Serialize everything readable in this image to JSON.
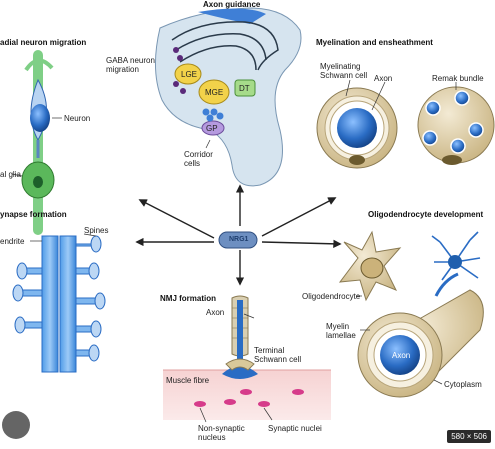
{
  "center": {
    "label": "NRG1"
  },
  "panels": {
    "radial": {
      "title": "adial neuron migration",
      "labels": {
        "neuron": "Neuron",
        "glia": "al glia"
      }
    },
    "axon_guidance": {
      "title": "Axon guidance",
      "labels": {
        "gaba": "GABA neuron\nmigration",
        "lge": "LGE",
        "mge": "MGE",
        "dt": "DT",
        "gp": "GP",
        "corridor": "Corridor\ncells"
      }
    },
    "myelination": {
      "title": "Myelination and ensheathment",
      "labels": {
        "schwann": "Myelinating\nSchwann cell",
        "axon": "Axon",
        "remak": "Remak bundle"
      }
    },
    "synapse": {
      "title": "ynapse formation",
      "labels": {
        "dendrite": "endrite",
        "spines": "Spines"
      }
    },
    "nmj": {
      "title": "NMJ formation",
      "labels": {
        "axon": "Axon",
        "terminal": "Terminal\nSchwann cell",
        "muscle": "Muscle fibre",
        "nonsyn": "Non-synaptic\nnucleus",
        "syn": "Synaptic nuclei"
      }
    },
    "oligo": {
      "title": "Oligodendrocyte development",
      "labels": {
        "oligo": "Oligodendrocyte",
        "myelin": "Myelin\nlamellae",
        "axon": "Axon",
        "cyto": "Cytoplasm"
      }
    }
  },
  "badge": {
    "text": "580 × 506"
  },
  "colors": {
    "blue": "#1f5fae",
    "lightblue": "#6fa8dc",
    "tan": "#d8c8a0",
    "green": "#6cbf6c",
    "pink": "#f7dede"
  }
}
